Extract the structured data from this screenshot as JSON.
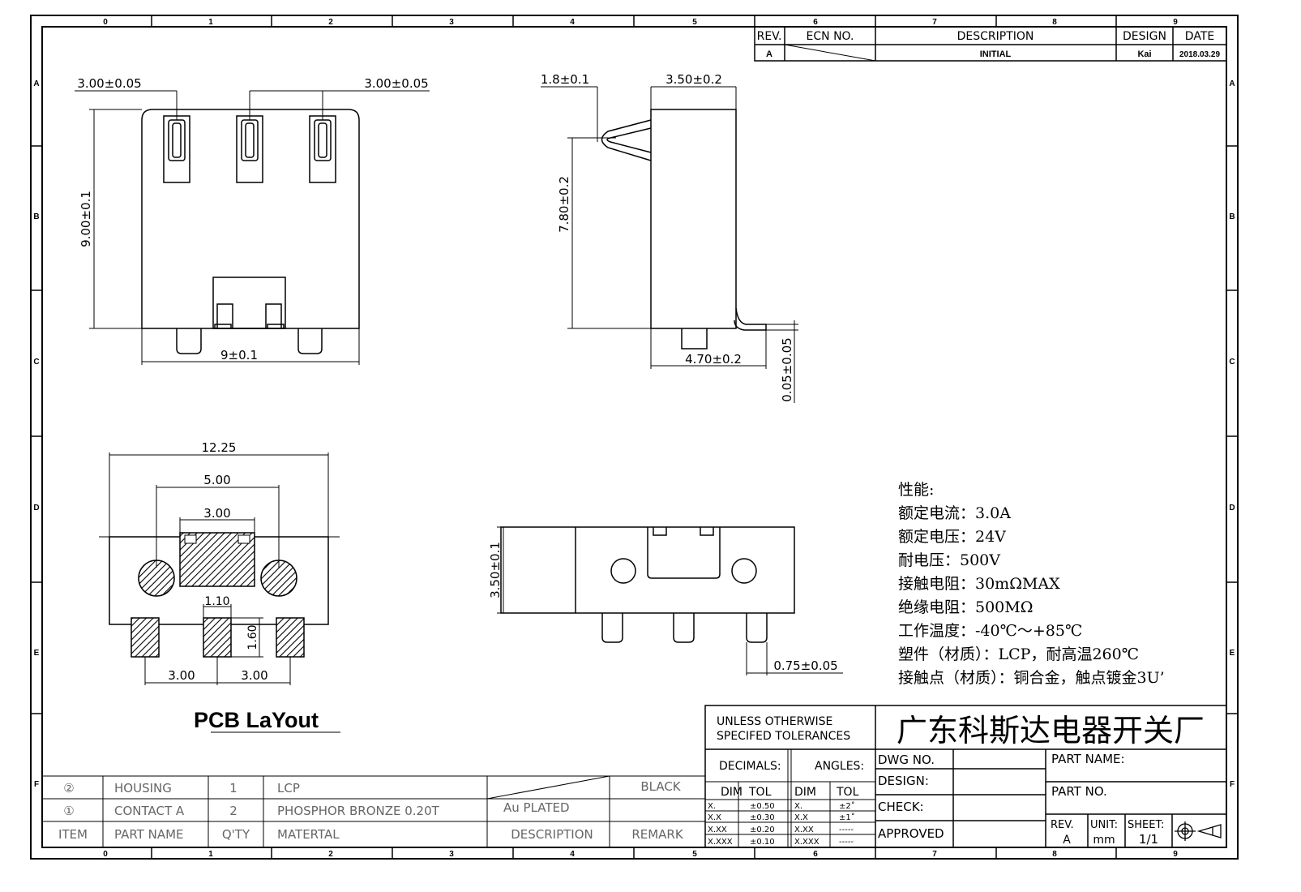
{
  "border": {
    "columns": [
      "0",
      "1",
      "2",
      "3",
      "4",
      "5",
      "6",
      "7",
      "8",
      "9"
    ],
    "rows": [
      "A",
      "B",
      "C",
      "D",
      "E",
      "F"
    ]
  },
  "revision_block": {
    "headers": [
      "REV.",
      "ECN NO.",
      "DESCRIPTION",
      "DESIGN",
      "DATE"
    ],
    "row": {
      "rev": "A",
      "description": "INITIAL",
      "design": "Kai",
      "date": "2018.03.29"
    }
  },
  "front_view": {
    "dim_top_left": "3.00±0.05",
    "dim_top_right": "3.00±0.05",
    "dim_height": "9.00±0.1",
    "dim_width": "9±0.1"
  },
  "side_view": {
    "dim_spring": "1.8±0.1",
    "dim_top": "3.50±0.2",
    "dim_height": "7.80±0.2",
    "dim_bottom": "4.70±0.2",
    "dim_thickness": "0.05±0.05"
  },
  "pcb_layout": {
    "title": "PCB LaYout",
    "dims": [
      "12.25",
      "5.00",
      "3.00",
      "1.10",
      "1.60",
      "3.00",
      "3.00"
    ]
  },
  "bottom_view": {
    "dim_height": "3.50±0.1",
    "dim_pin": "0.75±0.05"
  },
  "specs": {
    "heading": "性能:",
    "lines": [
      "额定电流：3.0A",
      "额定电压：24V",
      "耐电压：500V",
      "接触电阻：30mΩMAX",
      "绝缘电阻：500MΩ",
      "工作温度：-40℃～+85℃",
      "塑件（材质）：LCP，耐高温260℃",
      "接触点（材质）：铜合金，触点镀金3U’"
    ]
  },
  "bom": {
    "rows": [
      {
        "item": "②",
        "part": "HOUSING",
        "qty": "1",
        "material": "LCP",
        "description": "",
        "remark": "BLACK"
      },
      {
        "item": "①",
        "part": "CONTACT A",
        "qty": "2",
        "material": "PHOSPHOR BRONZE 0.20T",
        "description": "Au PLATED",
        "remark": ""
      }
    ],
    "header": {
      "item": "ITEM",
      "part": "PART NAME",
      "qty": "Q'TY",
      "material": "MATERTAL",
      "description": "DESCRIPTION",
      "remark": "REMARK"
    }
  },
  "title_block": {
    "tolerance_note_1": "UNLESS OTHERWISE",
    "tolerance_note_2": "SPECIFED TOLERANCES",
    "company": "广东科斯达电器开关厂",
    "decimals": "DECIMALS:",
    "angles": "ANGLES:",
    "dim": "DIM",
    "tol": "TOL",
    "decimal_rows": [
      [
        "X.",
        "±0.50"
      ],
      [
        "X.X",
        "±0.30"
      ],
      [
        "X.XX",
        "±0.20"
      ],
      [
        "X.XXX",
        "±0.10"
      ]
    ],
    "angle_rows": [
      [
        "X.",
        "±2˚"
      ],
      [
        "X.X",
        "±1˚"
      ],
      [
        "X.XX",
        "-----"
      ],
      [
        "X.XXX",
        "-----"
      ]
    ],
    "dwg_no": "DWG NO.",
    "design": "DESIGN:",
    "check": "CHECK:",
    "approved": "APPROVED",
    "part_name": "PART NAME:",
    "part_no": "PART NO.",
    "rev_label": "REV.",
    "rev_value": "A",
    "unit_label": "UNIT:",
    "unit_value": "mm",
    "sheet_label": "SHEET:",
    "sheet_value": "1/1"
  }
}
